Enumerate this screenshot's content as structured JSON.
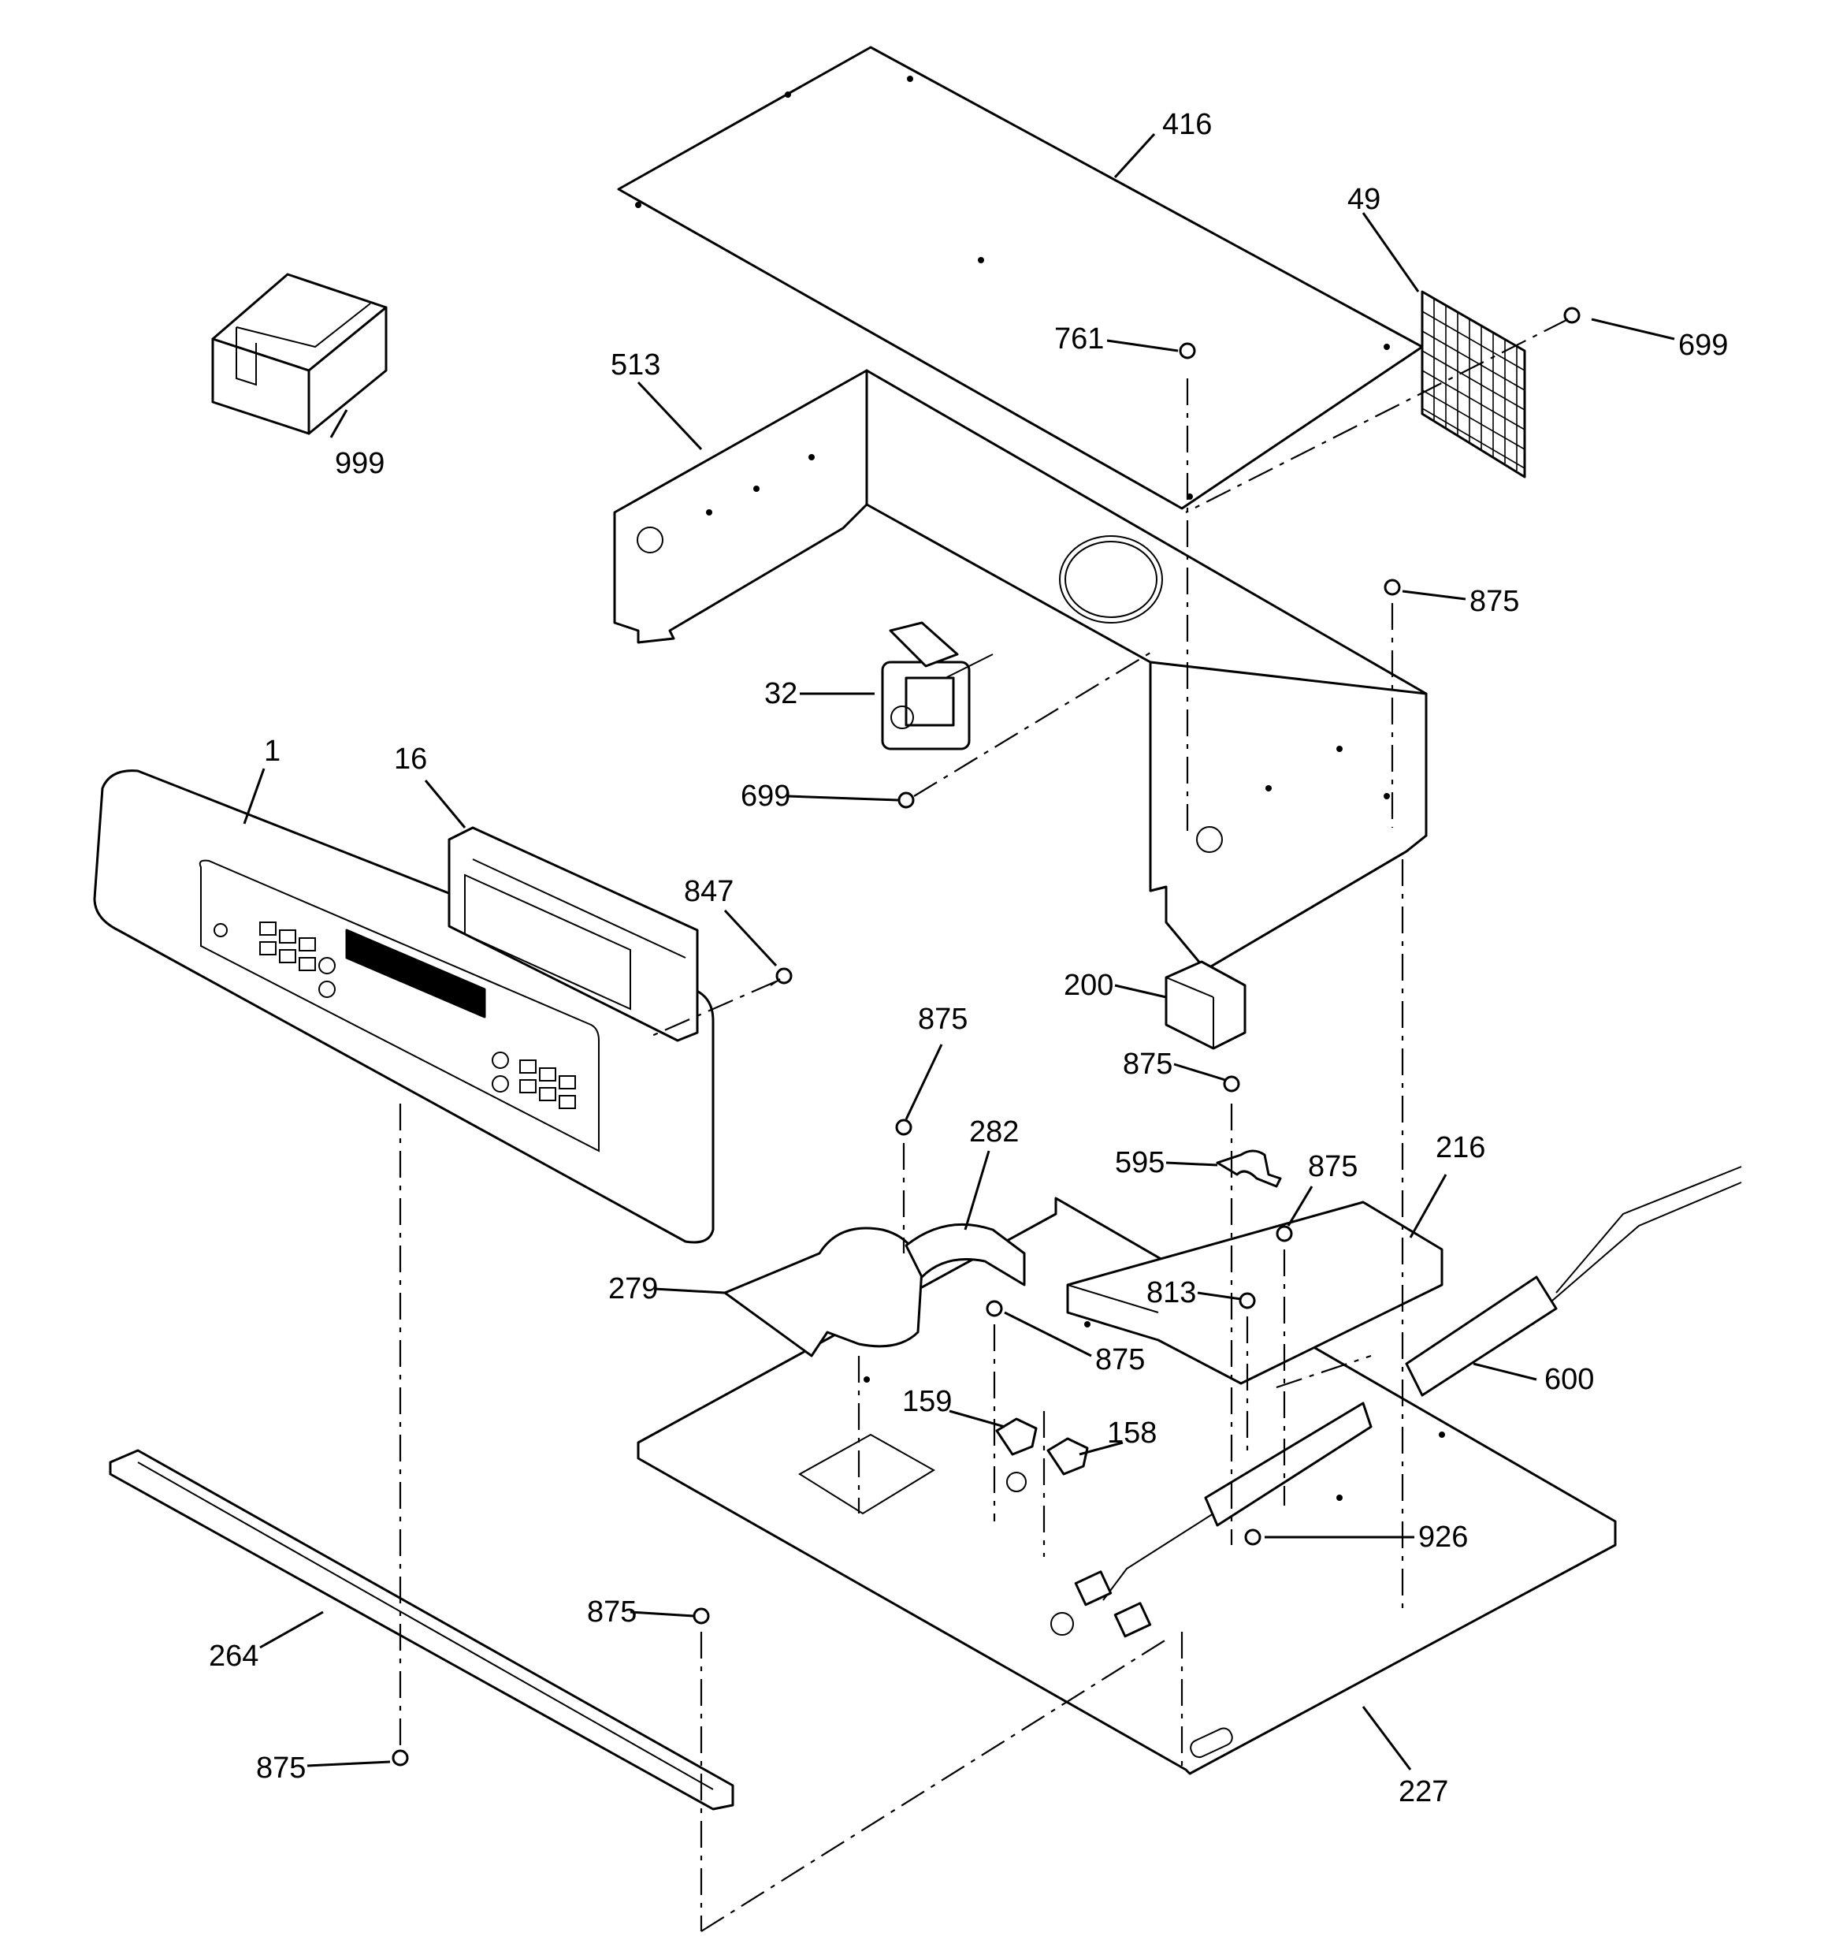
{
  "callouts": {
    "c1": "1",
    "c16": "16",
    "c32": "32",
    "c49": "49",
    "c158": "158",
    "c159": "159",
    "c200": "200",
    "c216": "216",
    "c227": "227",
    "c264": "264",
    "c279": "279",
    "c282": "282",
    "c416": "416",
    "c513": "513",
    "c595": "595",
    "c600": "600",
    "c699_top": "699",
    "c699_mid": "699",
    "c761": "761",
    "c813": "813",
    "c847": "847",
    "c875_a": "875",
    "c875_b": "875",
    "c875_c": "875",
    "c875_d": "875",
    "c875_e": "875",
    "c875_f": "875",
    "c875_g": "875",
    "c926": "926",
    "c999": "999"
  }
}
